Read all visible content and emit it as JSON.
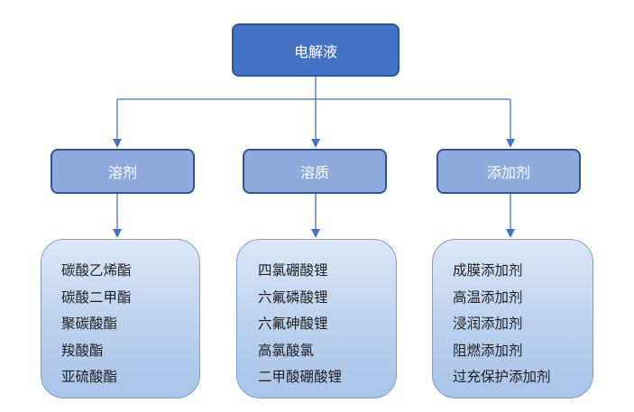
{
  "root": {
    "label": "电解液"
  },
  "categories": [
    {
      "label": "溶剂",
      "items": [
        "碳酸乙烯酯",
        "碳酸二甲酯",
        "聚碳酸酯",
        "羧酸酯",
        "亚硫酸酯"
      ]
    },
    {
      "label": "溶质",
      "items": [
        "四氯硼酸锂",
        "六氟磷酸锂",
        "六氟砷酸锂",
        "高氯酸氯",
        "二甲酸硼酸锂"
      ]
    },
    {
      "label": "添加剂",
      "items": [
        "成膜添加剂",
        "高温添加剂",
        "浸润添加剂",
        "阻燃添加剂",
        "过充保护添加剂"
      ]
    }
  ],
  "colors": {
    "root_fill": "#4472c4",
    "category_fill": "#8faadc",
    "border": "#2f5597",
    "connector": "#4472c4",
    "list_fill": "#bad1ee"
  }
}
